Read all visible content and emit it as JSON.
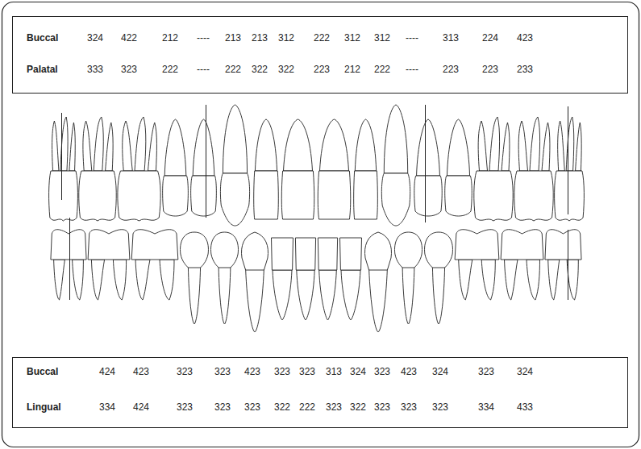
{
  "diagram": {
    "labels": [
      "Buccal",
      "324",
      "422",
      "212",
      "----",
      "213",
      "213",
      "312",
      "222",
      "312",
      "312",
      "----",
      "313",
      "224",
      "423",
      "Palatal",
      "333",
      "323",
      "222",
      "----",
      "222",
      "322",
      "322",
      "223",
      "212",
      "222",
      "----",
      "223",
      "223",
      "233",
      "Buccal",
      "424",
      "423",
      "323",
      "323",
      "423",
      "323",
      "323",
      "313",
      "324",
      "323",
      "423",
      "324",
      "323",
      "324",
      "Lingual",
      "334",
      "424",
      "323",
      "323",
      "323",
      "322",
      "222",
      "323",
      "322",
      "323",
      "323",
      "323",
      "334",
      "433"
    ]
  }
}
